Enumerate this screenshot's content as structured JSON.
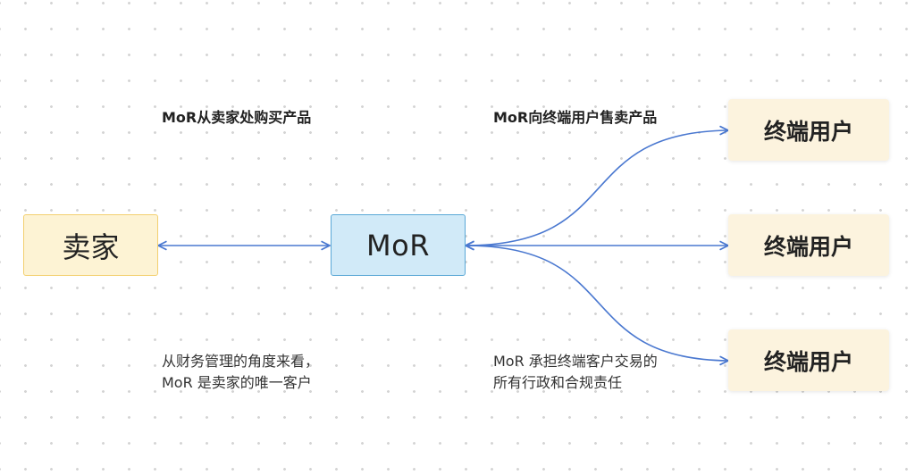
{
  "nodes": {
    "seller": "卖家",
    "mor": "MoR",
    "end_users": [
      "终端用户",
      "终端用户",
      "终端用户"
    ]
  },
  "labels": {
    "buy": "MoR从卖家处购买产品",
    "sell": "MoR向终端用户售卖产品"
  },
  "notes": {
    "finance": [
      "从财务管理的角度来看，",
      "MoR 是卖家的唯一客户"
    ],
    "responsibility": [
      "MoR 承担终端客户交易的",
      "所有行政和合规责任"
    ]
  },
  "colors": {
    "seller_fill": "#fdf3d4",
    "seller_border": "#f3d070",
    "mor_fill": "#d1eaf8",
    "mor_border": "#5aa8d6",
    "end_user_fill": "#fcf3de",
    "edge": "#4a78d0"
  }
}
